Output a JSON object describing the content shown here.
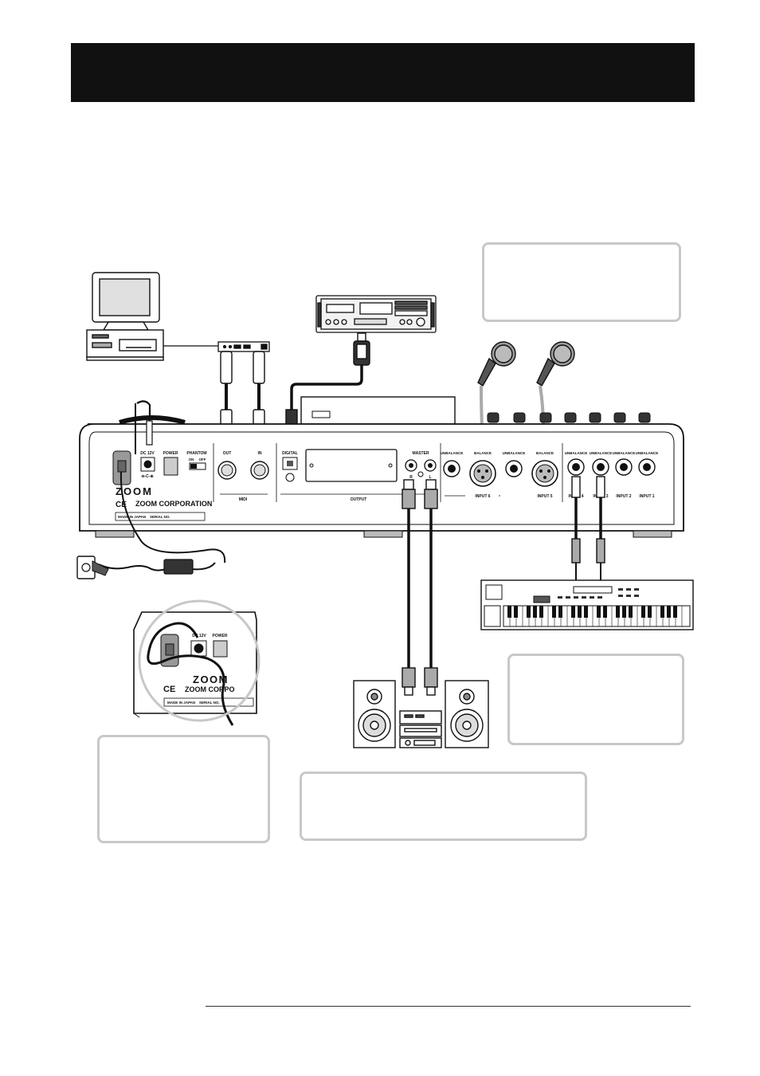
{
  "panel": {
    "dc_label": "DC 12V",
    "power_label": "POWER",
    "phantom_label": "PHANTOM",
    "phantom_on": "ON",
    "phantom_off": "OFF",
    "midi_out": "OUT",
    "midi_in": "IN",
    "midi_label": "MIDI",
    "digital_label": "DIGITAL",
    "output_label": "OUTPUT",
    "master_label": "MASTER",
    "master_r": "R",
    "master_l": "L",
    "unbalance": "UNBALANCE",
    "balance": "BALANCE",
    "input6": "INPUT 6",
    "input5": "INPUT 5",
    "input4": "INPUT 4",
    "input3": "INPUT 3",
    "input2": "INPUT 2",
    "input1": "INPUT 1",
    "brand_logo": "ZOOM",
    "brand_name": "ZOOM CORPORATION",
    "made_in": "MADE IN JAPAN",
    "serial": "SERIAL NO.",
    "ce": "CE"
  },
  "inset": {
    "dc_label": "DC 12V",
    "power_label": "POWER",
    "brand_logo": "ZOOM",
    "brand_name": "ZOOM CORPO",
    "made_in": "MADE IN JAPAN",
    "serial": "SERIAL NO.",
    "ce": "CE"
  }
}
